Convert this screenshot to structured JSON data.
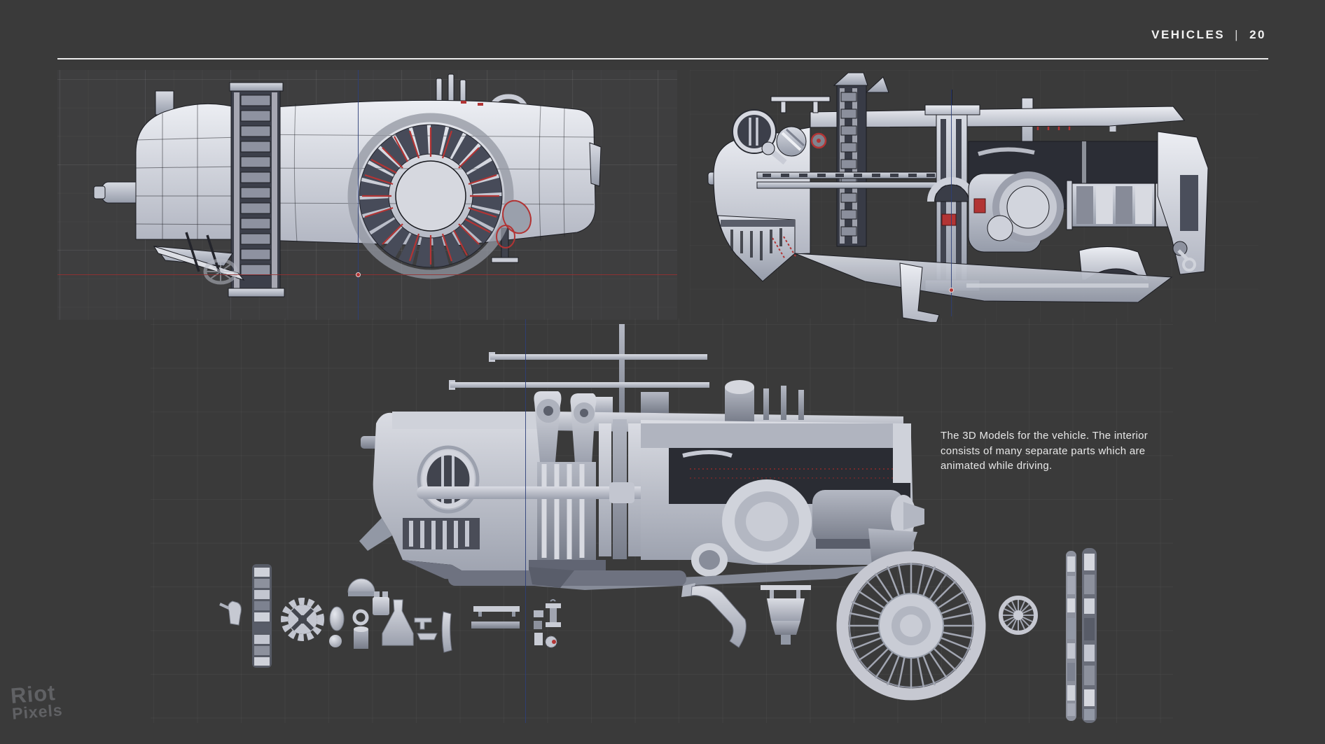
{
  "header": {
    "title": "VEHICLES",
    "separator": "|",
    "page_number": "20"
  },
  "caption": {
    "lines": [
      "The 3D Models for the vehicle. The interior",
      "consists of many separate parts which are",
      "animated while driving."
    ]
  },
  "watermark": {
    "line1": "Riot",
    "line2": "Pixels"
  },
  "palette": {
    "page-bg": "#3a3a3a",
    "header-text": "#f2f2f2",
    "rule": "#fafafa",
    "caption-text": "#e8e8e8",
    "axis-red": "#993030",
    "axis-blue": "#2e3f78",
    "accent-red": "#b23434",
    "model-light": "#d3d5dd",
    "model-mid": "#a9adb9",
    "model-dark": "#4b4f5c",
    "wire": "#17181d",
    "watermark": "#9a9ba3"
  }
}
